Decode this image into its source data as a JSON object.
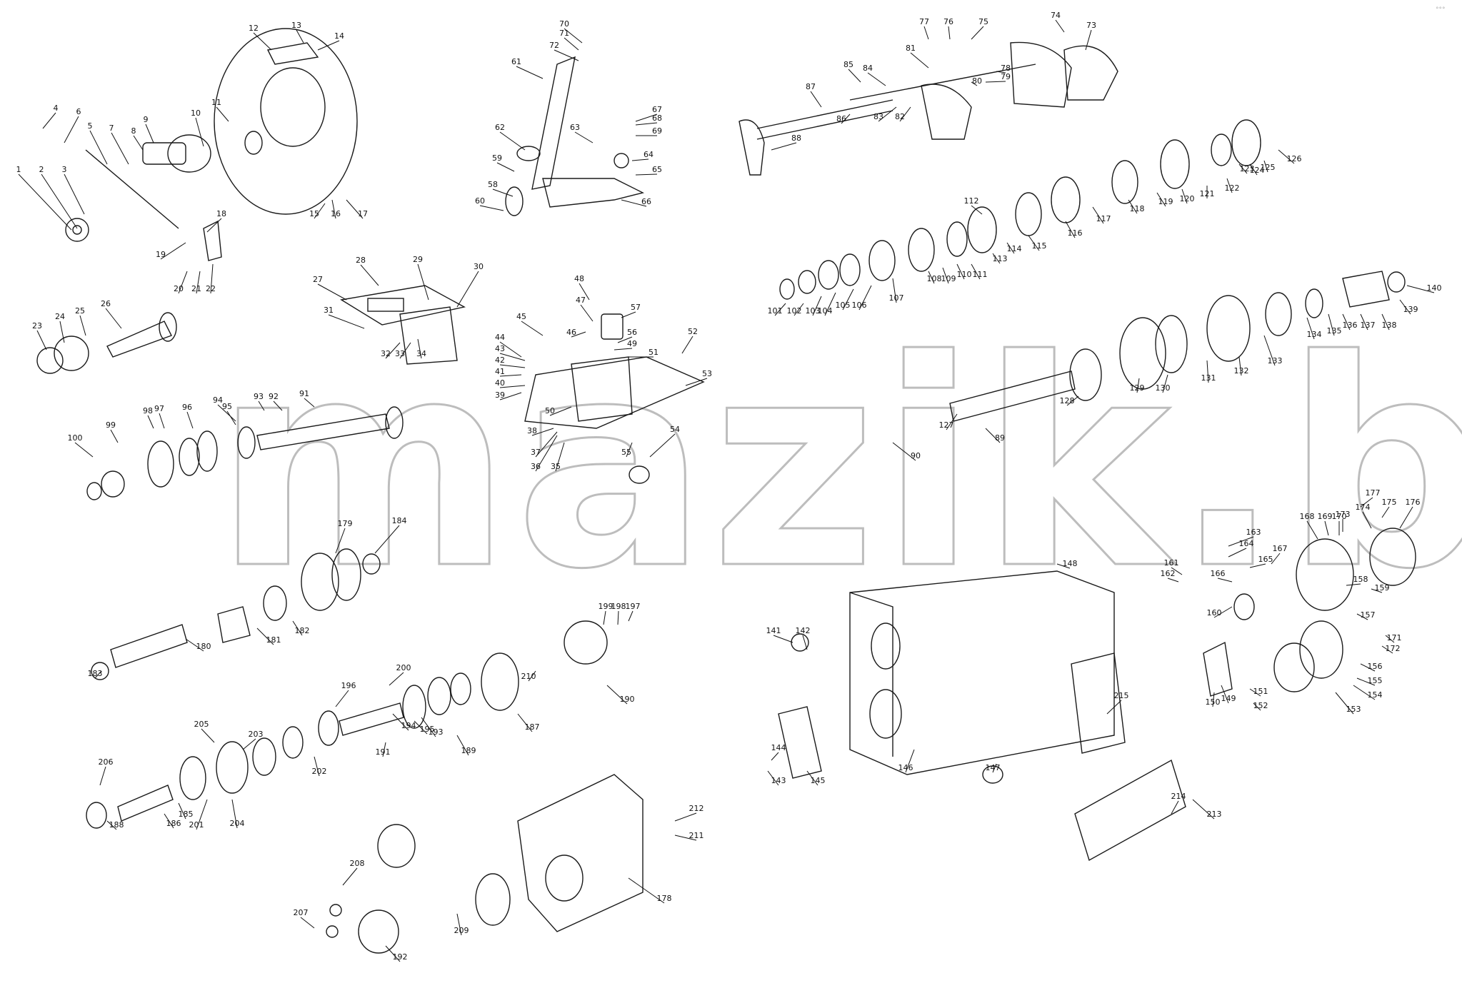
{
  "watermark": "mazik.by",
  "corner_mark": "°°°",
  "callouts": [
    "1",
    "2",
    "3",
    "4",
    "5",
    "6",
    "7",
    "8",
    "9",
    "10",
    "11",
    "12",
    "13",
    "14",
    "15",
    "16",
    "17",
    "18",
    "19",
    "20",
    "21",
    "22",
    "23",
    "24",
    "25",
    "26",
    "27",
    "28",
    "29",
    "30",
    "31",
    "32",
    "33",
    "34",
    "35",
    "36",
    "37",
    "38",
    "39",
    "40",
    "41",
    "42",
    "43",
    "44",
    "45",
    "46",
    "47",
    "48",
    "49",
    "50",
    "51",
    "52",
    "53",
    "54",
    "55",
    "56",
    "57",
    "58",
    "59",
    "60",
    "61",
    "62",
    "63",
    "64",
    "65",
    "66",
    "67",
    "68",
    "69",
    "70",
    "71",
    "72",
    "73",
    "74",
    "75",
    "76",
    "77",
    "78",
    "79",
    "80",
    "81",
    "82",
    "83",
    "84",
    "85",
    "86",
    "87",
    "88",
    "89",
    "90",
    "91",
    "92",
    "93",
    "94",
    "95",
    "96",
    "97",
    "98",
    "99",
    "100",
    "101",
    "102",
    "103",
    "104",
    "105",
    "106",
    "107",
    "108",
    "109",
    "110",
    "111",
    "112",
    "113",
    "114",
    "115",
    "116",
    "117",
    "118",
    "119",
    "120",
    "121",
    "122",
    "123",
    "124",
    "125",
    "126",
    "127",
    "128",
    "129",
    "130",
    "131",
    "132",
    "133",
    "134",
    "135",
    "136",
    "137",
    "138",
    "139",
    "140",
    "141",
    "142",
    "143",
    "144",
    "145",
    "146",
    "147",
    "148",
    "149",
    "150",
    "151",
    "152",
    "153",
    "154",
    "155",
    "156",
    "157",
    "158",
    "159",
    "160",
    "161",
    "162",
    "163",
    "164",
    "165",
    "166",
    "167",
    "168",
    "169",
    "170",
    "171",
    "172",
    "173",
    "174",
    "175",
    "176",
    "177",
    "178",
    "179",
    "180",
    "181",
    "182",
    "183",
    "184",
    "185",
    "186",
    "187",
    "188",
    "189",
    "190",
    "191",
    "192",
    "193",
    "194",
    "195",
    "196",
    "197",
    "198",
    "199",
    "200",
    "201",
    "202",
    "203",
    "204",
    "205",
    "206",
    "207",
    "208",
    "209",
    "210",
    "211",
    "212",
    "213",
    "214",
    "215"
  ]
}
